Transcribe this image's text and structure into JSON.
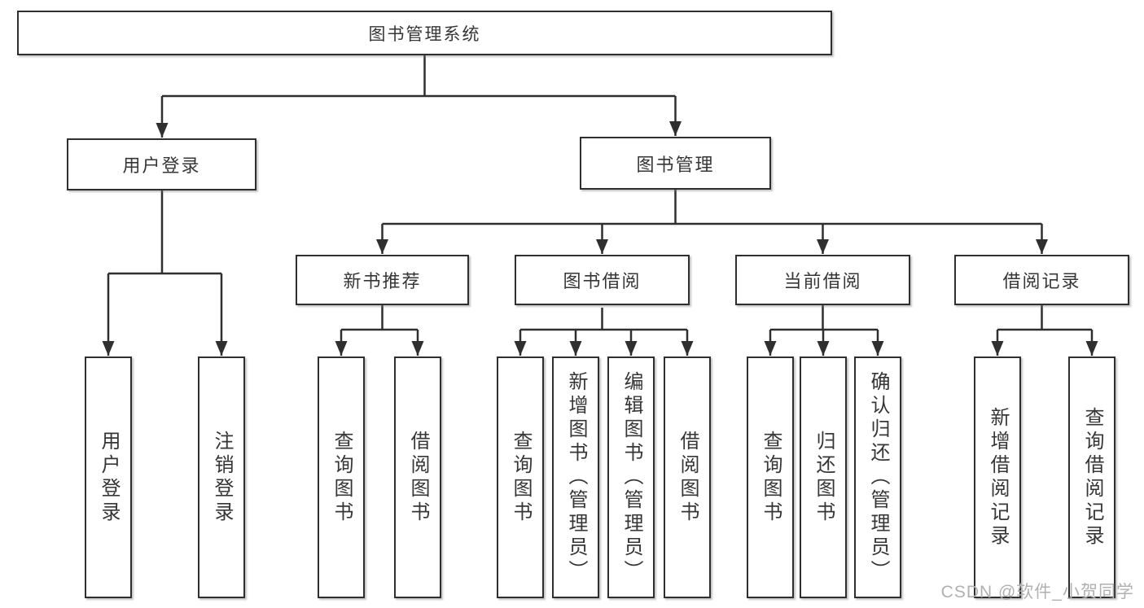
{
  "tree": {
    "label": "图书管理系统",
    "children": [
      {
        "label": "用户登录",
        "children": [
          {
            "label": "用户登录"
          },
          {
            "label": "注销登录"
          }
        ]
      },
      {
        "label": "图书管理",
        "children": [
          {
            "label": "新书推荐",
            "children": [
              {
                "label": "查询图书"
              },
              {
                "label": "借阅图书"
              }
            ]
          },
          {
            "label": "图书借阅",
            "children": [
              {
                "label": "查询图书"
              },
              {
                "label": "新增图书（管理员）"
              },
              {
                "label": "编辑图书（管理员）"
              },
              {
                "label": "借阅图书"
              }
            ]
          },
          {
            "label": "当前借阅",
            "children": [
              {
                "label": "查询图书"
              },
              {
                "label": "归还图书"
              },
              {
                "label": "确认归还（管理员）"
              }
            ]
          },
          {
            "label": "借阅记录",
            "children": [
              {
                "label": "新增借阅记录"
              },
              {
                "label": "查询借阅记录"
              }
            ]
          }
        ]
      }
    ]
  },
  "watermark": {
    "text": "CSDN @软件_小贺同学"
  },
  "colors": {
    "line": "#2f2f2f",
    "box_border": "#2f2f2f",
    "text": "#363636",
    "watermark": "#b0b0b0",
    "background": "#ffffff"
  }
}
